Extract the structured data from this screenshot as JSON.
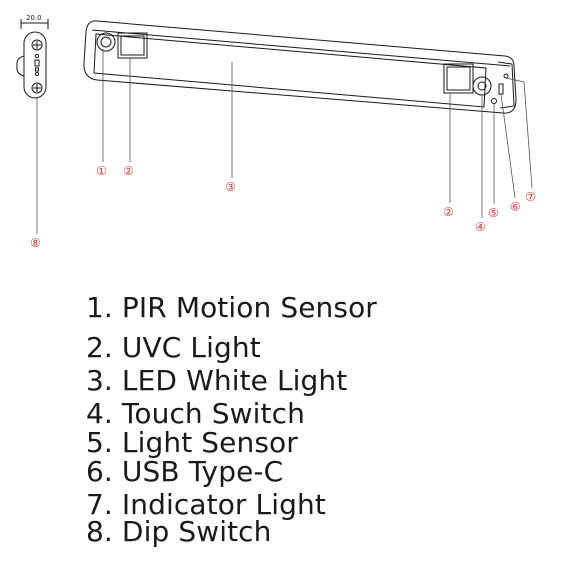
{
  "diagram": {
    "dimension_label": "20.0",
    "callouts": [
      "①",
      "②",
      "③",
      "②",
      "④",
      "⑤",
      "⑥",
      "⑦",
      "⑧"
    ],
    "colors": {
      "callout": "#d83a3a",
      "line": "#1a1a1a",
      "leader": "#555555"
    }
  },
  "legend": [
    "1. PIR Motion Sensor",
    "2. UVC Light",
    "3. LED White Light",
    "4. Touch Switch",
    "5. Light Sensor",
    "6. USB Type-C",
    "7. Indicator Light",
    "8. Dip Switch"
  ]
}
